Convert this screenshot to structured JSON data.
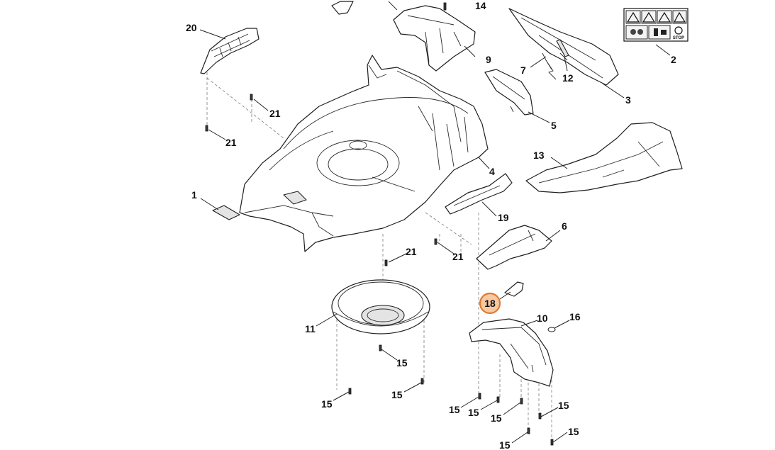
{
  "diagram": {
    "type": "exploded-parts-diagram",
    "highlight_color": "#e8893b",
    "callouts": [
      {
        "id": "c-14",
        "label": "14"
      },
      {
        "id": "c-20",
        "label": "20"
      },
      {
        "id": "c-9",
        "label": "9"
      },
      {
        "id": "c-7",
        "label": "7"
      },
      {
        "id": "c-12",
        "label": "12"
      },
      {
        "id": "c-2",
        "label": "2"
      },
      {
        "id": "c-3",
        "label": "3"
      },
      {
        "id": "c-21a",
        "label": "21"
      },
      {
        "id": "c-21b",
        "label": "21"
      },
      {
        "id": "c-5",
        "label": "5"
      },
      {
        "id": "c-13",
        "label": "13"
      },
      {
        "id": "c-4",
        "label": "4"
      },
      {
        "id": "c-1",
        "label": "1"
      },
      {
        "id": "c-19",
        "label": "19"
      },
      {
        "id": "c-6",
        "label": "6"
      },
      {
        "id": "c-21c",
        "label": "21"
      },
      {
        "id": "c-21d",
        "label": "21"
      },
      {
        "id": "c-18",
        "label": "18",
        "highlighted": true
      },
      {
        "id": "c-11",
        "label": "11"
      },
      {
        "id": "c-10",
        "label": "10"
      },
      {
        "id": "c-16",
        "label": "16"
      },
      {
        "id": "c-15a",
        "label": "15"
      },
      {
        "id": "c-15b",
        "label": "15"
      },
      {
        "id": "c-15c",
        "label": "15"
      },
      {
        "id": "c-15d",
        "label": "15"
      },
      {
        "id": "c-15e",
        "label": "15"
      },
      {
        "id": "c-15f",
        "label": "15"
      },
      {
        "id": "c-15g",
        "label": "15"
      },
      {
        "id": "c-15h",
        "label": "15"
      },
      {
        "id": "c-15i",
        "label": "15"
      }
    ],
    "warning_label": {
      "icons": [
        "warning-read-manual-icon",
        "warning-thrown-objects-icon",
        "warning-bystanders-icon",
        "warning-blade-icon",
        "ear-protection-icon",
        "disconnect-plug-icon",
        "gear-icon"
      ],
      "stop_text": "STOP"
    }
  }
}
